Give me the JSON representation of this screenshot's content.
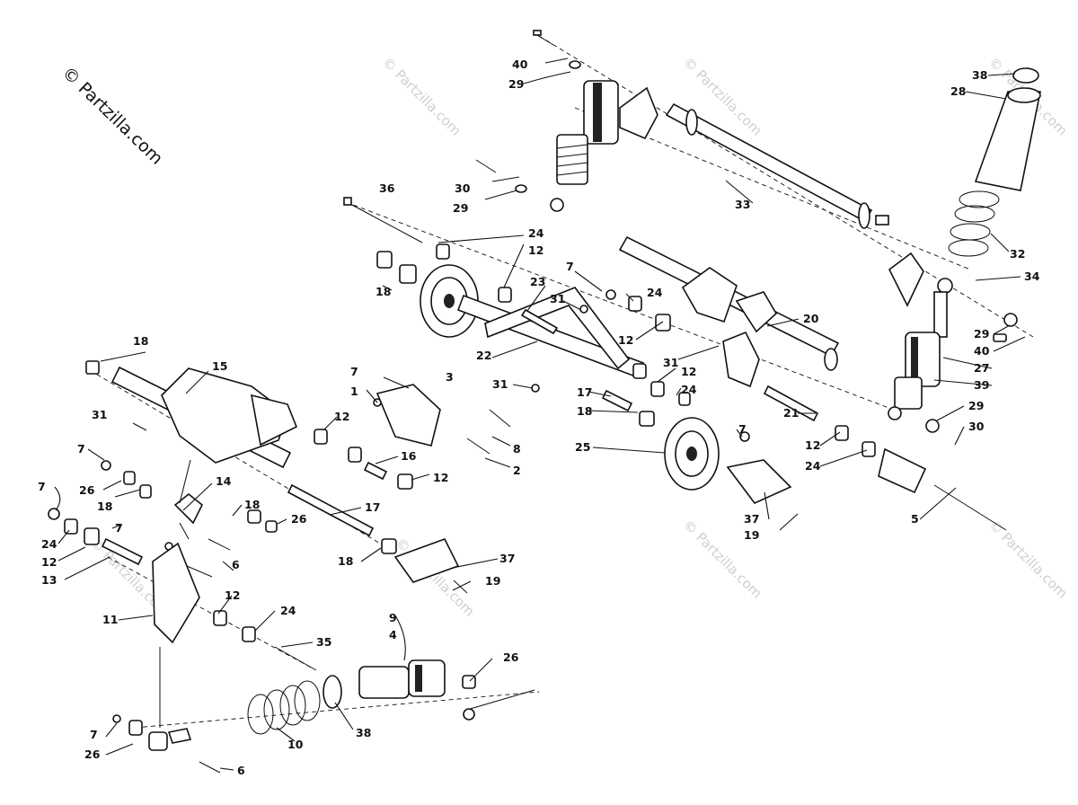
{
  "watermark": {
    "corner_text": "© Partzilla.com",
    "repeat_text": "© Partzilla.com"
  },
  "labels": [
    {
      "id": "l40a",
      "text": "40"
    },
    {
      "id": "l29a",
      "text": "29"
    },
    {
      "id": "l30a",
      "text": "30"
    },
    {
      "id": "l29b",
      "text": "29"
    },
    {
      "id": "l36",
      "text": "36"
    },
    {
      "id": "l24a",
      "text": "24"
    },
    {
      "id": "l12a",
      "text": "12"
    },
    {
      "id": "l18a",
      "text": "18"
    },
    {
      "id": "l7a",
      "text": "7"
    },
    {
      "id": "l23",
      "text": "23"
    },
    {
      "id": "l31a",
      "text": "31"
    },
    {
      "id": "l24b",
      "text": "24"
    },
    {
      "id": "l12b",
      "text": "12"
    },
    {
      "id": "l22",
      "text": "22"
    },
    {
      "id": "l31b",
      "text": "31"
    },
    {
      "id": "l12c",
      "text": "12"
    },
    {
      "id": "l24c",
      "text": "24"
    },
    {
      "id": "l17a",
      "text": "17"
    },
    {
      "id": "l18b",
      "text": "18"
    },
    {
      "id": "l25",
      "text": "25"
    },
    {
      "id": "l7b",
      "text": "7"
    },
    {
      "id": "l20",
      "text": "20"
    },
    {
      "id": "l31c",
      "text": "31"
    },
    {
      "id": "l33",
      "text": "33"
    },
    {
      "id": "l38a",
      "text": "38"
    },
    {
      "id": "l28",
      "text": "28"
    },
    {
      "id": "l32",
      "text": "32"
    },
    {
      "id": "l34",
      "text": "34"
    },
    {
      "id": "l29c",
      "text": "29"
    },
    {
      "id": "l40b",
      "text": "40"
    },
    {
      "id": "l27",
      "text": "27"
    },
    {
      "id": "l39",
      "text": "39"
    },
    {
      "id": "l29d",
      "text": "29"
    },
    {
      "id": "l30b",
      "text": "30"
    },
    {
      "id": "l21",
      "text": "21"
    },
    {
      "id": "l12d",
      "text": "12"
    },
    {
      "id": "l24d",
      "text": "24"
    },
    {
      "id": "l37a",
      "text": "37"
    },
    {
      "id": "l19a",
      "text": "19"
    },
    {
      "id": "l5",
      "text": "5"
    },
    {
      "id": "l18c",
      "text": "18"
    },
    {
      "id": "l15",
      "text": "15"
    },
    {
      "id": "l31d",
      "text": "31"
    },
    {
      "id": "l7c",
      "text": "7"
    },
    {
      "id": "l3",
      "text": "3"
    },
    {
      "id": "l1",
      "text": "1"
    },
    {
      "id": "l12e",
      "text": "12"
    },
    {
      "id": "l8",
      "text": "8"
    },
    {
      "id": "l2",
      "text": "2"
    },
    {
      "id": "l16",
      "text": "16"
    },
    {
      "id": "l12f",
      "text": "12"
    },
    {
      "id": "l7d",
      "text": "7"
    },
    {
      "id": "l26a",
      "text": "26"
    },
    {
      "id": "l18d",
      "text": "18"
    },
    {
      "id": "l14",
      "text": "14"
    },
    {
      "id": "l7e",
      "text": "7"
    },
    {
      "id": "l18e",
      "text": "18"
    },
    {
      "id": "l26b",
      "text": "26"
    },
    {
      "id": "l17b",
      "text": "17"
    },
    {
      "id": "l24e",
      "text": "24"
    },
    {
      "id": "l7f",
      "text": "7"
    },
    {
      "id": "l12g",
      "text": "12"
    },
    {
      "id": "l6a",
      "text": "6"
    },
    {
      "id": "l13",
      "text": "13"
    },
    {
      "id": "l18f",
      "text": "18"
    },
    {
      "id": "l37b",
      "text": "37"
    },
    {
      "id": "l19b",
      "text": "19"
    },
    {
      "id": "l11",
      "text": "11"
    },
    {
      "id": "l12h",
      "text": "12"
    },
    {
      "id": "l24f",
      "text": "24"
    },
    {
      "id": "l35",
      "text": "35"
    },
    {
      "id": "l9",
      "text": "9"
    },
    {
      "id": "l4",
      "text": "4"
    },
    {
      "id": "l26c",
      "text": "26"
    },
    {
      "id": "l38b",
      "text": "38"
    },
    {
      "id": "l10",
      "text": "10"
    },
    {
      "id": "l7g",
      "text": "7"
    },
    {
      "id": "l26d",
      "text": "26"
    },
    {
      "id": "l6b",
      "text": "6"
    }
  ]
}
